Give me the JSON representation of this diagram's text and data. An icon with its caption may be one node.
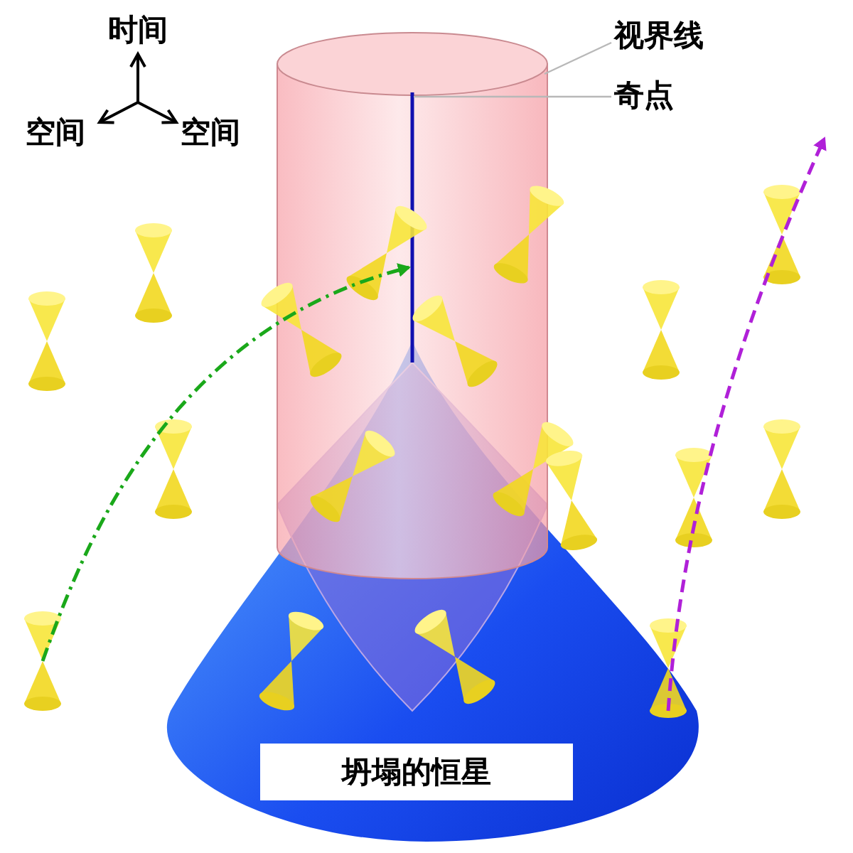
{
  "diagram": {
    "nodes": [
      {
        "text": [
          "视界线"
        ]
      },
      {
        "text": [],
        "shape": "cylinder"
      },
      {
        "text": [
          "奇点"
        ]
      },
      {
        "text": [],
        "shape": "bar",
        "in": 1
      },
      {
        "text": [
          "坍塌的恒星"
        ]
      }
    ],
    "edges": [
      {
        "from": 0,
        "to": 1,
        "arrow": "none"
      },
      {
        "from": 2,
        "to": 3,
        "arrow": "none"
      }
    ],
    "labels": [
      "时间",
      "空间",
      "空间"
    ]
  }
}
